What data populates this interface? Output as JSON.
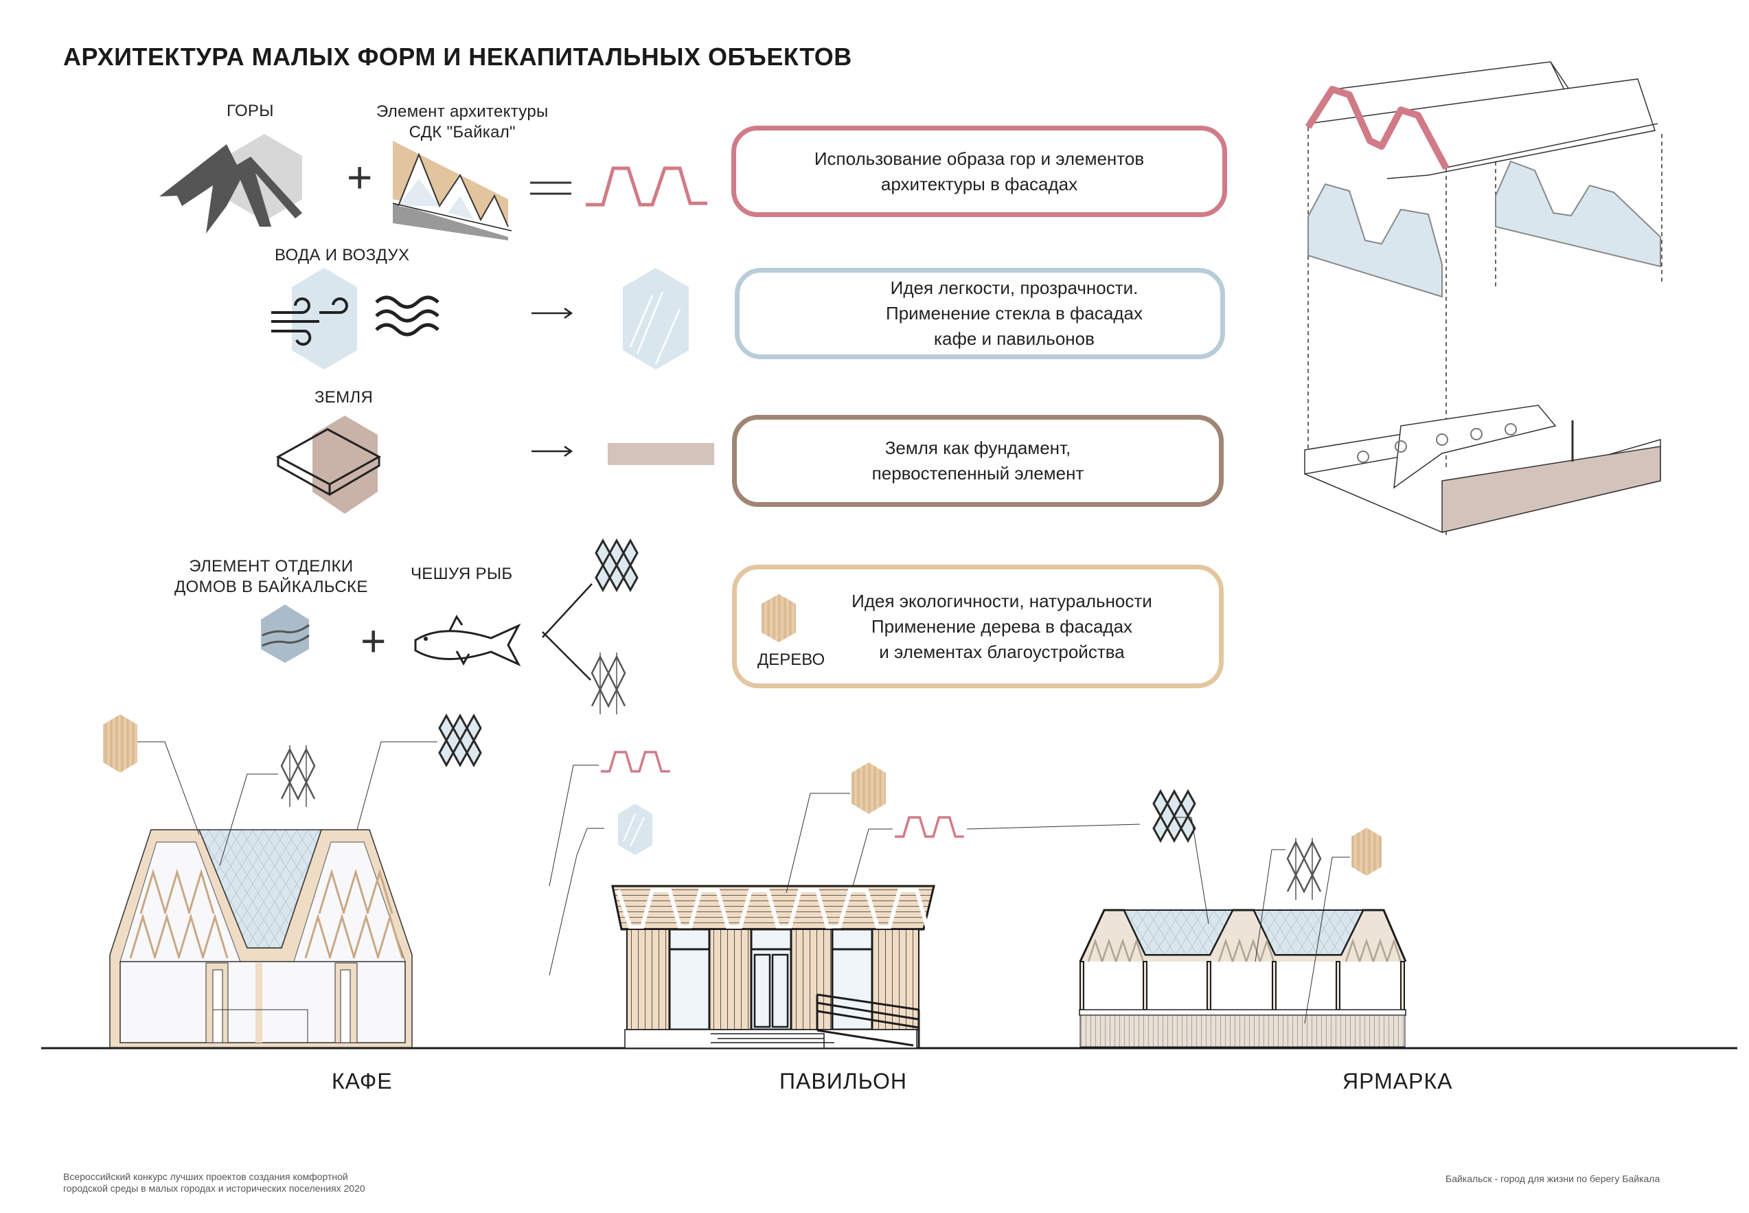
{
  "title": "АРХИТЕКТУРА МАЛЫХ ФОРМ И НЕКАПИТАЛЬНЫХ ОБЪЕКТОВ",
  "concepts": {
    "mountains_label": "ГОРЫ",
    "architecture_label": "Элемент архитектуры\nСДК \"Байкал\"",
    "water_air_label": "ВОДА И ВОЗДУХ",
    "earth_label": "ЗЕМЛЯ",
    "finishing_label": "ЭЛЕМЕНТ ОТДЕЛКИ\nДОМОВ В БАЙКАЛЬСКЕ",
    "fish_scale_label": "ЧЕШУЯ РЫБ",
    "plus_symbol": "+",
    "equals_symbol": "=",
    "arrow_symbol": "→"
  },
  "boxes": [
    {
      "text": "Использование образа гор и элементов\nархитектуры в фасадах",
      "color": "#d07b87"
    },
    {
      "text": "Идея легкости, прозрачности.\nПрименение стекла в фасадах\nкафе и павильонов",
      "color": "#b9cdd8"
    },
    {
      "text": "Земля как фундамент,\nпервостепенный элемент",
      "color": "#a08575"
    },
    {
      "text": "Идея экологичности, натуральности\nПрименение дерева в фасадах\nи элементах благоустройства",
      "color": "#e3c6a0",
      "badge": "ДЕРЕВО"
    }
  ],
  "buildings": [
    {
      "label": "КАФЕ"
    },
    {
      "label": "ПАВИЛЬОН"
    },
    {
      "label": "ЯРМАРКА"
    }
  ],
  "colors": {
    "mountain_pink": "#d07b87",
    "glass_blue": "#d9e6ee",
    "earth_beige": "#d3c3ba",
    "wood": "#e0c4a0",
    "wood_light": "#f0dcc4",
    "hex_grey": "#d7d7d7",
    "ink": "#1c1c1c"
  },
  "footer": {
    "left": "Всероссийский конкурс лучших проектов создания комфортной\nгородской среды в малых городах и исторических поселениях 2020",
    "right": "Байкальск - город для жизни по берегу Байкала"
  }
}
